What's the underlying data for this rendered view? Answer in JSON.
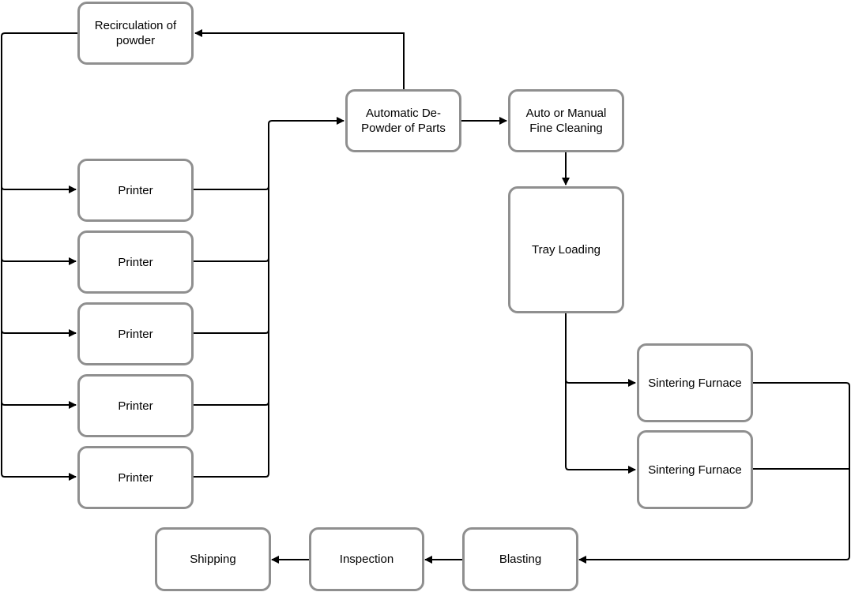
{
  "diagram": {
    "type": "process-flowchart",
    "colors": {
      "node_border": "#8f8f8f",
      "edge": "#000000",
      "background": "#ffffff"
    },
    "nodes": {
      "recirculation": {
        "label": "Recirculation of powder"
      },
      "printer1": {
        "label": "Printer"
      },
      "printer2": {
        "label": "Printer"
      },
      "printer3": {
        "label": "Printer"
      },
      "printer4": {
        "label": "Printer"
      },
      "printer5": {
        "label": "Printer"
      },
      "depowder": {
        "label": "Automatic De-Powder of Parts"
      },
      "fine_cleaning": {
        "label": "Auto or Manual Fine Cleaning"
      },
      "tray_loading": {
        "label": "Tray Loading"
      },
      "furnace1": {
        "label": "Sintering Furnace"
      },
      "furnace2": {
        "label": "Sintering Furnace"
      },
      "blasting": {
        "label": "Blasting"
      },
      "inspection": {
        "label": "Inspection"
      },
      "shipping": {
        "label": "Shipping"
      }
    },
    "edges": [
      {
        "from": "recirculation",
        "to": "printer1"
      },
      {
        "from": "recirculation",
        "to": "printer2"
      },
      {
        "from": "recirculation",
        "to": "printer3"
      },
      {
        "from": "recirculation",
        "to": "printer4"
      },
      {
        "from": "recirculation",
        "to": "printer5"
      },
      {
        "from": "printer1",
        "to": "depowder"
      },
      {
        "from": "printer2",
        "to": "depowder"
      },
      {
        "from": "printer3",
        "to": "depowder"
      },
      {
        "from": "printer4",
        "to": "depowder"
      },
      {
        "from": "printer5",
        "to": "depowder"
      },
      {
        "from": "depowder",
        "to": "recirculation"
      },
      {
        "from": "depowder",
        "to": "fine_cleaning"
      },
      {
        "from": "fine_cleaning",
        "to": "tray_loading"
      },
      {
        "from": "tray_loading",
        "to": "furnace1"
      },
      {
        "from": "tray_loading",
        "to": "furnace2"
      },
      {
        "from": "furnace1",
        "to": "blasting"
      },
      {
        "from": "furnace2",
        "to": "blasting"
      },
      {
        "from": "blasting",
        "to": "inspection"
      },
      {
        "from": "inspection",
        "to": "shipping"
      }
    ]
  }
}
